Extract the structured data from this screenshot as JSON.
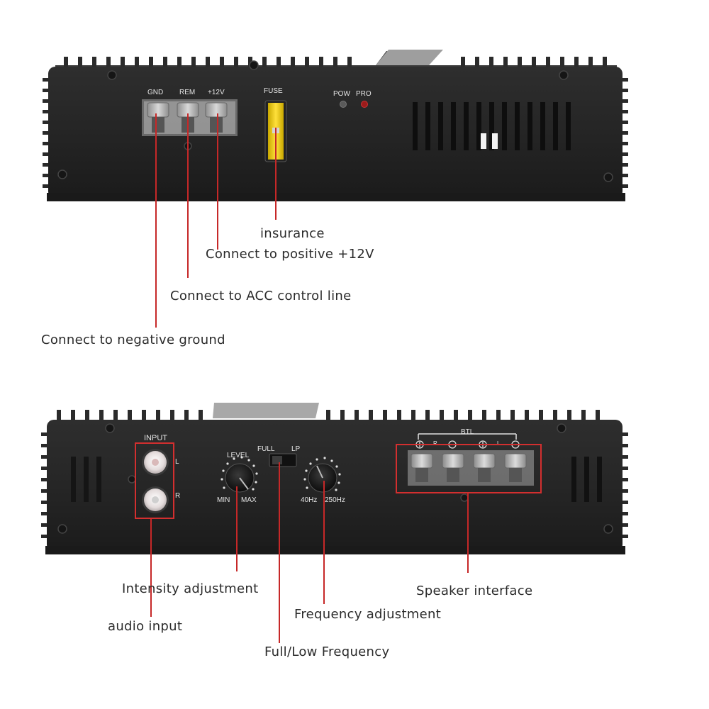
{
  "top_panel": {
    "terminal_labels": {
      "gnd": "GND",
      "rem": "REM",
      "plus12v": "+12V"
    },
    "fuse_label": "FUSE",
    "led_labels": {
      "pow": "POW",
      "pro": "PRO"
    }
  },
  "bottom_panel": {
    "input_label": "INPUT",
    "channel_l": "L",
    "channel_r": "R",
    "level_label": "LEVEL",
    "level_min": "MIN",
    "level_max": "MAX",
    "switch_full": "FULL",
    "switch_lp": "LP",
    "freq_low": "40Hz",
    "freq_high": "250Hz",
    "btl_label": "BTL",
    "speaker_marks": {
      "r": "R",
      "l": "L"
    }
  },
  "callouts": {
    "insurance": "insurance",
    "positive": "Connect to positive +12V",
    "acc": "Connect to ACC control line",
    "ground": "Connect to negative ground",
    "intensity": "Intensity adjustment",
    "audio_input": "audio input",
    "frequency": "Frequency adjustment",
    "full_low": "Full/Low Frequency",
    "speaker": "Speaker interface"
  },
  "colors": {
    "panel": "#232323",
    "callout_line": "#c62828",
    "highlight_box": "#d32f2f"
  }
}
